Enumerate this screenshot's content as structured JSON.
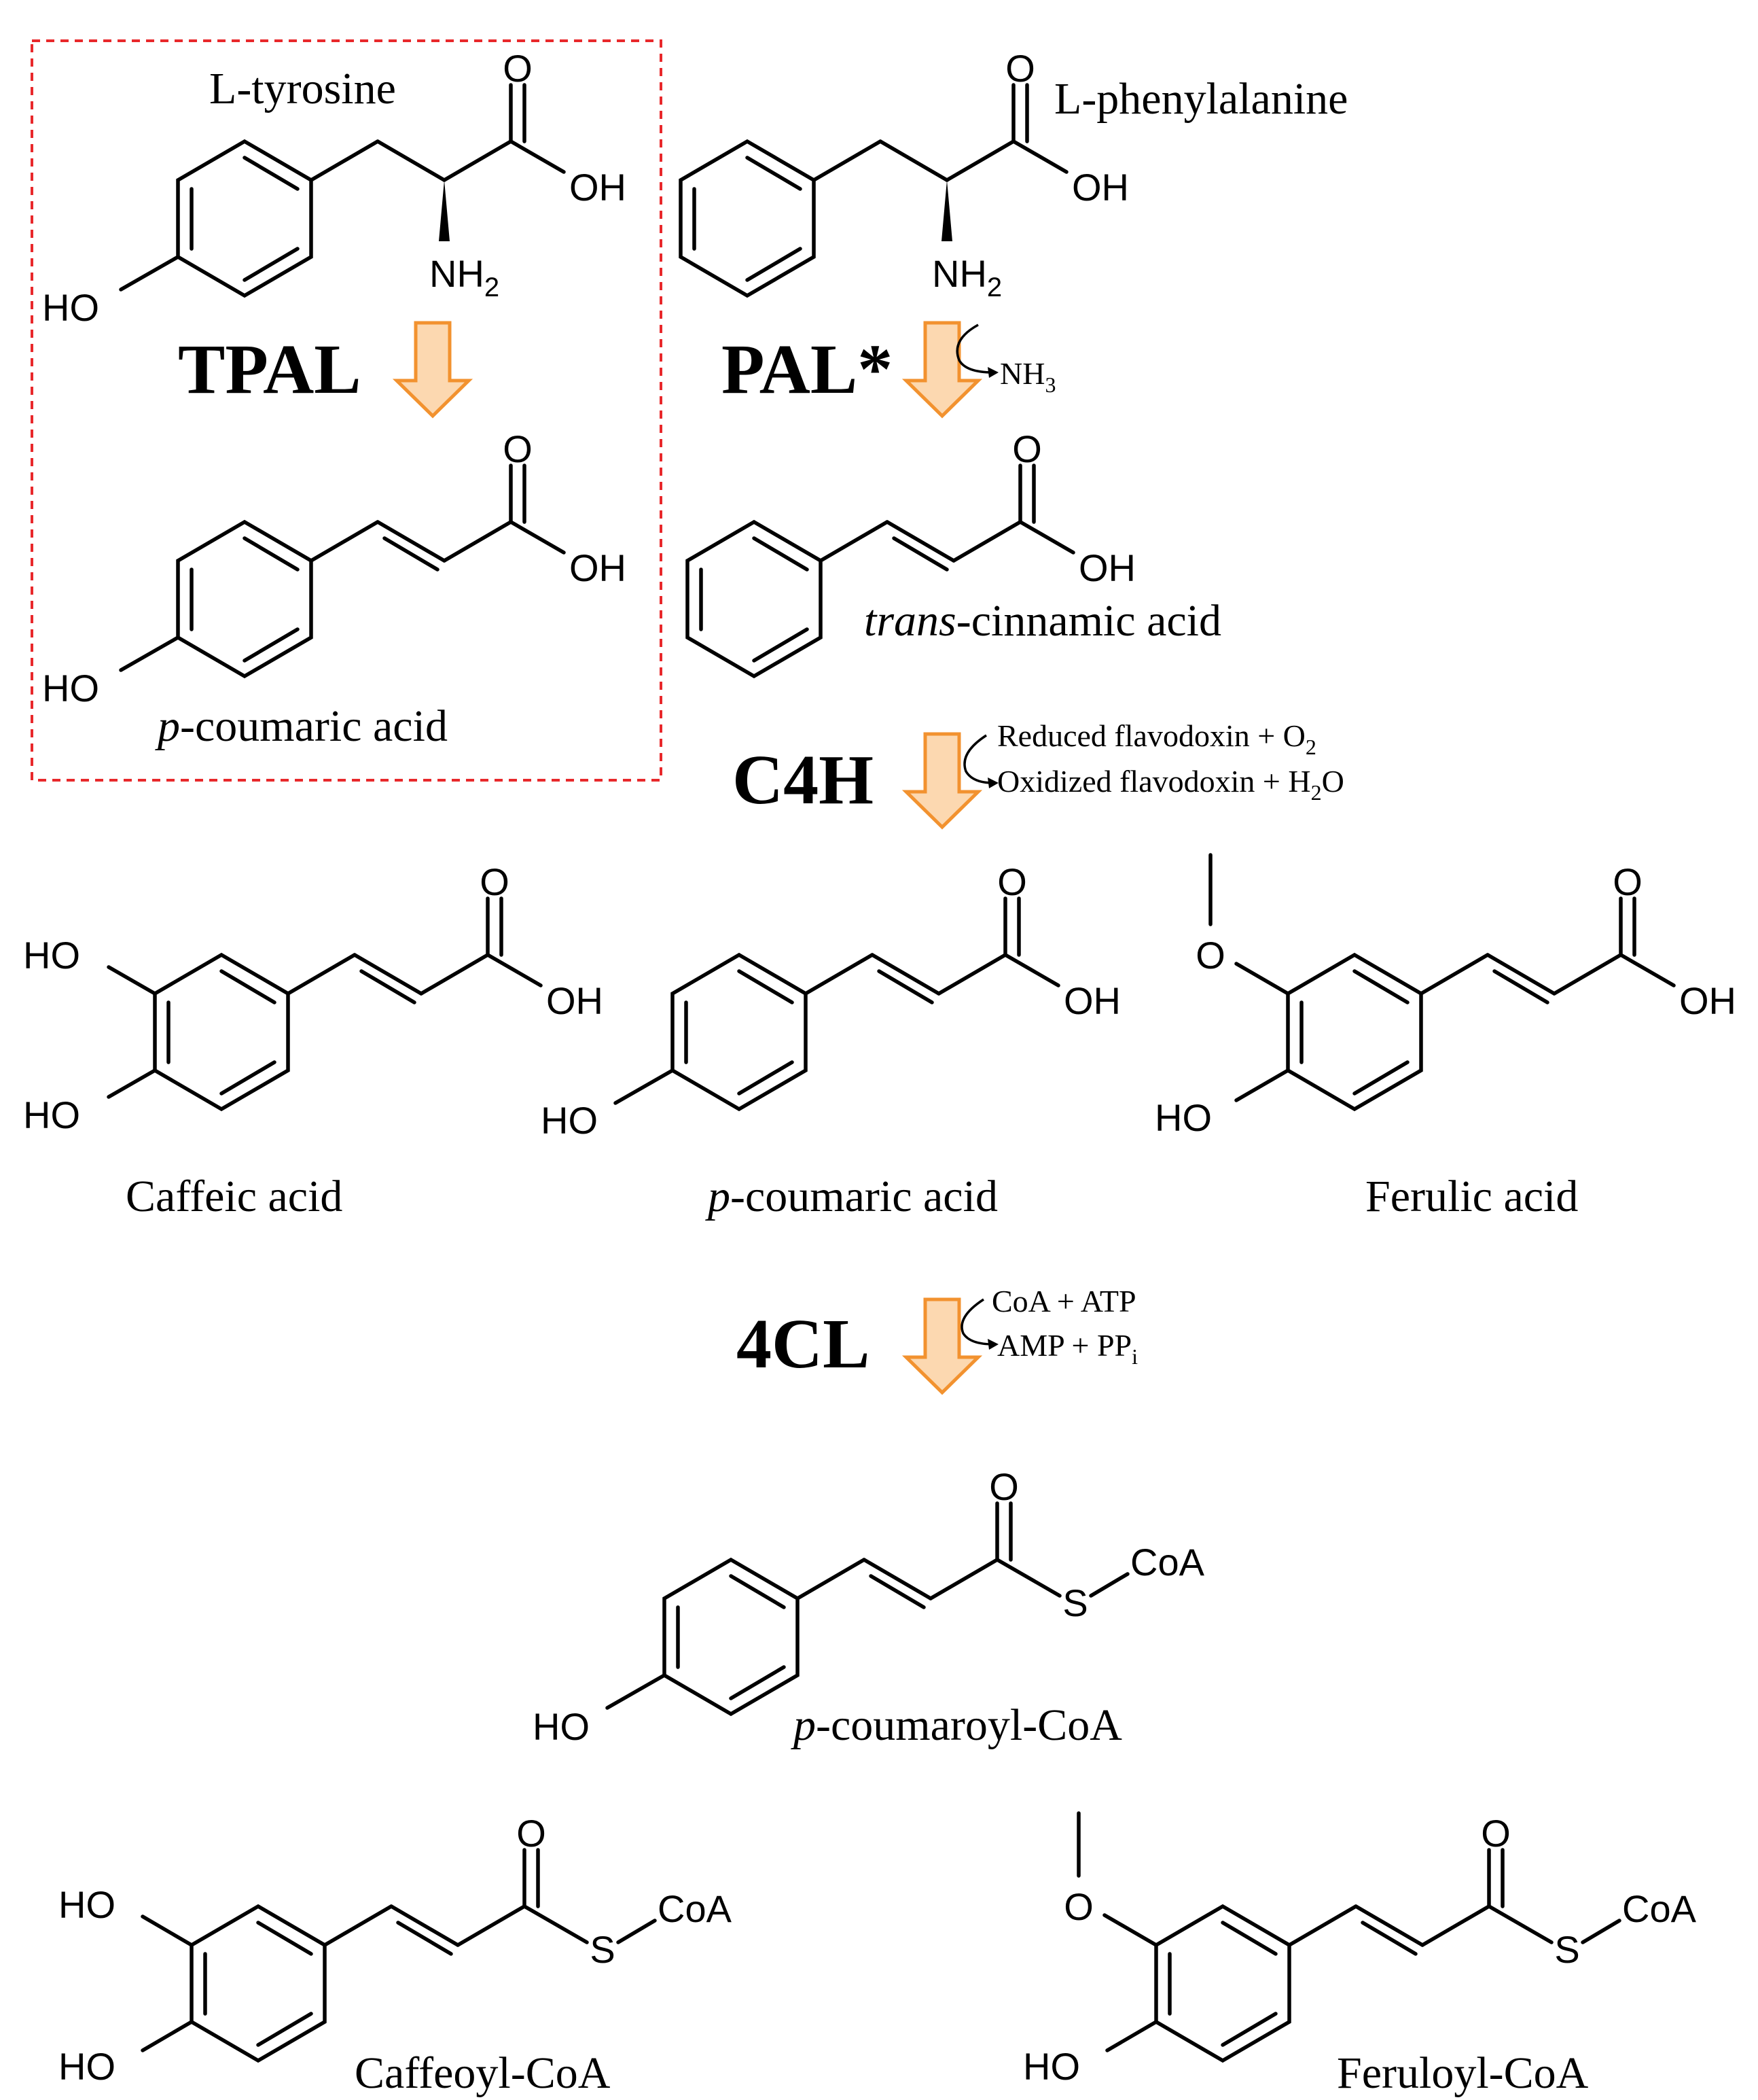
{
  "colors": {
    "box": "#e8282b",
    "arrow_fill": "#fcd8b0",
    "arrow_stroke": "#f2922f",
    "ink": "#000000"
  },
  "enzymes": {
    "tpal": "TPAL",
    "pal": "PAL*",
    "c4h": "C4H",
    "cl4": "4CL"
  },
  "cofactors": {
    "pal_out_main": "NH",
    "pal_out_sub": "3",
    "c4h_in_main": "Reduced flavodoxin + O",
    "c4h_in_sub": "2",
    "c4h_out_pre": "Oxidized flavodoxin + H",
    "c4h_out_sub": "2",
    "c4h_out_post": "O",
    "cl4_in": "CoA + ATP",
    "cl4_out_main": "AMP + PP",
    "cl4_out_sub": "i"
  },
  "compounds": {
    "tyrosine": "L-tyrosine",
    "phenylalanine": "L-phenylalanine",
    "coumaric_top_ital": "p",
    "coumaric_top_rest": "-coumaric acid",
    "cinnamic_ital": "trans",
    "cinnamic_rest": "-cinnamic acid",
    "caffeic": "Caffeic acid",
    "coumaric_mid_ital": "p",
    "coumaric_mid_rest": "-coumaric acid",
    "ferulic": "Ferulic acid",
    "coumaroyl_ital": "p",
    "coumaroyl_rest": "-coumaroyl-CoA",
    "caffeoyl": "Caffeoyl-CoA",
    "feruloyl": "Feruloyl-CoA"
  },
  "atoms": {
    "oxygen": "O",
    "hydroxyl": "OH",
    "hydroxyl_left": "HO",
    "amine_main": "NH",
    "amine_sub": "2",
    "sulfur": "S",
    "coa": "CoA"
  }
}
